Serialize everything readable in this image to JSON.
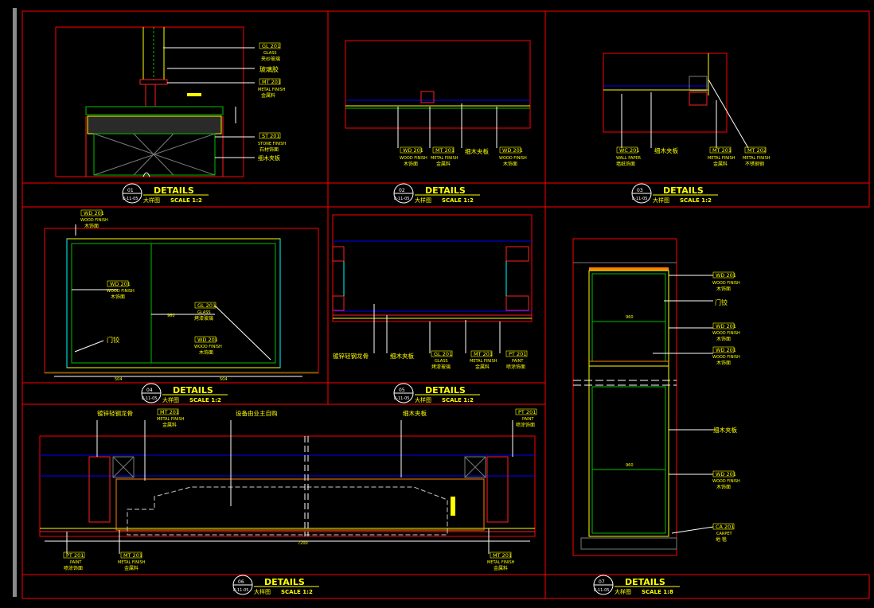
{
  "colors": {
    "frame": "#ff0000",
    "wall": "#0000ff",
    "finish": "#ffff00",
    "wood": "#00c000",
    "metal": "#ff2020",
    "hatch": "#7a7a7a",
    "text": "#ffff00",
    "panel": "#00ffff"
  },
  "panels": [
    {
      "num": "01",
      "ref": "E-11-05",
      "title": "DETAILS",
      "cn": "大样图",
      "scale": "SCALE 1:2"
    },
    {
      "num": "02",
      "ref": "E-11-05",
      "title": "DETAILS",
      "cn": "大样图",
      "scale": "SCALE 1:2"
    },
    {
      "num": "03",
      "ref": "E-11-05",
      "title": "DETAILS",
      "cn": "大样图",
      "scale": "SCALE 1:2"
    },
    {
      "num": "04",
      "ref": "E-11-05",
      "title": "DETAILS",
      "cn": "大样图",
      "scale": "SCALE 1:2"
    },
    {
      "num": "05",
      "ref": "E-11-05",
      "title": "DETAILS",
      "cn": "大样图",
      "scale": "SCALE 1:2"
    },
    {
      "num": "06",
      "ref": "E-11-05",
      "title": "DETAILS",
      "cn": "大样图",
      "scale": "SCALE 1:2"
    },
    {
      "num": "07",
      "ref": "E-11-05",
      "title": "DETAILS",
      "cn": "大样图",
      "scale": "SCALE 1:8"
    }
  ],
  "notes": {
    "p1": {
      "glass_code": "GL 201",
      "glass_en": "GLASS",
      "glass_cn": "夹纱玻璃",
      "glass_cn2": "玻璃胶",
      "metal_code": "MT 201",
      "metal_en": "METAL FINISH",
      "metal_cn": "金属料",
      "stone_code": "ST 201",
      "stone_en": "STONE FINISH",
      "stone_cn": "石材饰面",
      "board_cn": "细木夹板"
    },
    "p2": {
      "wood_code": "WD 201",
      "wood_en": "WOOD FINISH",
      "wood_cn": "木饰面",
      "metal_code": "MT 201",
      "metal_en": "METAL FINISH",
      "metal_cn": "金属料",
      "board_cn": "细木夹板",
      "wood2_code": "WD 201",
      "wood2_en": "WOOD FINISH",
      "wood2_cn": "木饰面"
    },
    "p3": {
      "wall_code": "WC 201",
      "wall_en": "WALL PAPER",
      "wall_cn": "墙纸饰面",
      "board_cn": "细木夹板",
      "metal_code": "MT 201",
      "metal_en": "METAL FINISH",
      "metal_cn": "金属料",
      "metal2_code": "MT 202",
      "metal2_en": "METAL FINISH",
      "metal2_cn": "不锈钢钢"
    },
    "p4": {
      "wood_top_code": "WD 201",
      "wood_top_en": "WOOD FINISH",
      "wood_top_cn": "木饰面",
      "wood_code": "WD 201",
      "wood_en": "WOOD FINISH",
      "wood_cn": "木饰面",
      "glass_code": "GL 201",
      "glass_en": "GLASS",
      "glass_cn": "烤漆玻璃",
      "hinge_cn": "门铰",
      "wood2_code": "WD 201",
      "wood2_en": "WOOD FINISH",
      "wood2_cn": "木饰面",
      "dim_left": "504",
      "dim_right": "504",
      "dim_mid": "960"
    },
    "p5": {
      "steel_cn": "镀锌轻钢龙骨",
      "board_cn": "细木夹板",
      "glass_code": "GL 201",
      "glass_en": "GLASS",
      "glass_cn": "烤漆玻璃",
      "metal_code": "MT 201",
      "metal_en": "METAL FINISH",
      "metal_cn": "金属料",
      "paint_code": "PT 201",
      "paint_en": "PAINT",
      "paint_cn": "喷涂饰面"
    },
    "p6": {
      "steel_cn": "镀锌轻钢龙骨",
      "metal_code": "MT 201",
      "metal_en": "METAL FINISH",
      "metal_cn": "金属料",
      "equip_cn": "设备由业主自购",
      "board_cn": "细木夹板",
      "paint_code": "PT 201",
      "paint_en": "PAINT",
      "paint_cn": "喷涂饰面",
      "paint2_code": "PT 201",
      "paint2_en": "PAINT",
      "paint2_cn": "喷涂饰面",
      "metal2_code": "MT 201",
      "metal2_en": "METAL FINISH",
      "metal2_cn": "金属料",
      "metal3_code": "MT 201",
      "metal3_en": "METAL FINISH",
      "metal3_cn": "金属料",
      "dim": "7200"
    },
    "p7": {
      "wood1_code": "WD 201",
      "wood1_en": "WOOD FINISH",
      "wood1_cn": "木饰面",
      "hinge_cn": "门铰",
      "wood2_code": "WD 201",
      "wood2_en": "WOOD FINISH",
      "wood2_cn": "木饰面",
      "wood3_code": "WD 201",
      "wood3_en": "WOOD FINISH",
      "wood3_cn": "木饰面",
      "board_cn": "细木夹板",
      "wood4_code": "WD 201",
      "wood4_en": "WOOD FINISH",
      "wood4_cn": "木饰面",
      "carpet_code": "CA 201",
      "carpet_en": "CARPET",
      "carpet_cn": "地 毯",
      "dim1": "960",
      "dim2": "960"
    }
  }
}
